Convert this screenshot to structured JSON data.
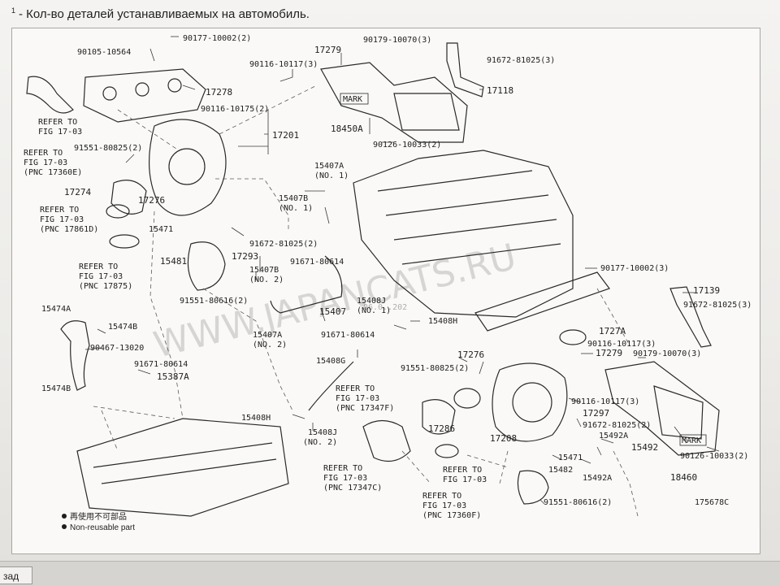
{
  "header": {
    "footnote_mark": "1",
    "text": "- Кол-во деталей устанавливаемых на автомобиль."
  },
  "watermark": {
    "text": "WWW.JAPANCATS.RU",
    "date_stamp": "06.0..202"
  },
  "labels": {
    "p90177_10002_top": "90177-10002(2)",
    "p90105_10564": "90105-10564",
    "p17278": "17278",
    "p90116_10175": "90116-10175(2)",
    "p17201": "17201",
    "p90116_10117_top": "90116-10117(3)",
    "p17279_top": "17279",
    "p90179_10070_top": "90179-10070(3)",
    "p91672_81025_top": "91672-81025(3)",
    "p17118": "17118",
    "mark_top": "MARK",
    "p18450a": "18450A",
    "p90126_10033_top": "90126-10033(2)",
    "refer_1_line1": "REFER TO",
    "refer_1_line2": "FIG 17-03",
    "refer_2_line1": "REFER TO",
    "refer_2_line2": "FIG 17-03",
    "refer_2_line3": "(PNC 17360E)",
    "p91551_80825_left": "91551-80825(2)",
    "p17274": "17274",
    "p17276_left": "17276",
    "refer_3_line1": "REFER TO",
    "refer_3_line2": "FIG 17-03",
    "refer_3_line3": "(PNC 17861D)",
    "p15471_left": "15471",
    "p15407a_top": "15407A",
    "p15407a_top_no": "(NO. 1)",
    "p15407b_top": "15407B",
    "p15407b_top_no": "(NO. 1)",
    "p17293": "17293",
    "p91672_81025_mid": "91672-81025(2)",
    "p15481": "15481",
    "p91671_80614_mid": "91671-80614",
    "p15407b_mid": "15407B",
    "p15407b_mid_no": "(NO. 2)",
    "refer_4_line1": "REFER TO",
    "refer_4_line2": "FIG 17-03",
    "refer_4_line3": "(PNC 17875)",
    "p91551_80616_left": "91551-80616(2)",
    "p90177_10002_right": "90177-10002(3)",
    "p17139": "17139",
    "p91672_81025_right": "91672-81025(3)",
    "p15474a": "15474A",
    "p15474b_top": "15474B",
    "p90467_13020": "90467-13020",
    "p91671_80614_left": "91671-80614",
    "p15387a": "15387A",
    "p15474b_bottom": "15474B",
    "p15407": "15407",
    "p15408j_top": "15408J",
    "p15408j_top_no": "(NO. 1)",
    "p15408h_right": "15408H",
    "p15407a_mid": "15407A",
    "p15407a_mid_no": "(NO. 2)",
    "p91671_80614_center": "91671-80614",
    "p17276_center": "17276",
    "p1727a": "1727A",
    "p90116_10117_right": "90116-10117(3)",
    "p17279_right": "17279",
    "p90179_10070_right": "90179-10070(3)",
    "p15408g": "15408G",
    "p91551_80825_center": "91551-80825(2)",
    "refer_5_line1": "REFER TO",
    "refer_5_line2": "FIG 17-03",
    "refer_5_line3": "(PNC 17347F)",
    "p15408h_left": "15408H",
    "p15408j_bottom": "15408J",
    "p15408j_bottom_no": "(NO. 2)",
    "p17286": "17286",
    "p17208": "17208",
    "p90116_10117_lower": "90116-10117(3)",
    "p17297": "17297",
    "p91672_81025_lower": "91672-81025(2)",
    "p15492a_top": "15492A",
    "p15492": "15492",
    "p15471_right": "15471",
    "p15482": "15482",
    "p15492a_bottom": "15492A",
    "mark_right": "MARK",
    "p90126_10033_right": "90126-10033(2)",
    "p18460": "18460",
    "refer_6_line1": "REFER TO",
    "refer_6_line2": "FIG 17-03",
    "refer_6_line3": "(PNC 17347C)",
    "refer_7_line1": "REFER TO",
    "refer_7_line2": "FIG 17-03",
    "refer_8_line1": "REFER TO",
    "refer_8_line2": "FIG 17-03",
    "refer_8_line3": "(PNC 17360F)",
    "p91551_80616_right": "91551-80616(2)",
    "figure_code": "175678C"
  },
  "legend": {
    "line1": "再使用不可部品",
    "line2": "Non-reusable part"
  },
  "footer": {
    "back_label": "зад"
  },
  "colors": {
    "ink": "#1e1e1e",
    "frame": "#a9a7a3",
    "paper": "#faf9f7"
  }
}
